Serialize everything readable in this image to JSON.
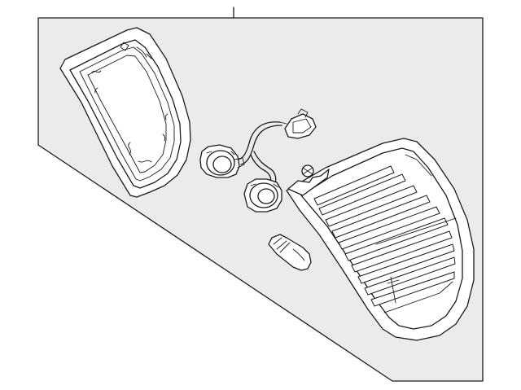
{
  "diagram": {
    "background_color": "#ffffff",
    "panel_fill": "#ebebeb",
    "line_color": "#1a1a1a",
    "parts": [
      "lamp-gasket",
      "wiring-harness",
      "bulb-socket-upper",
      "bulb-socket-lower",
      "bulb",
      "tail-lamp-assembly"
    ]
  }
}
